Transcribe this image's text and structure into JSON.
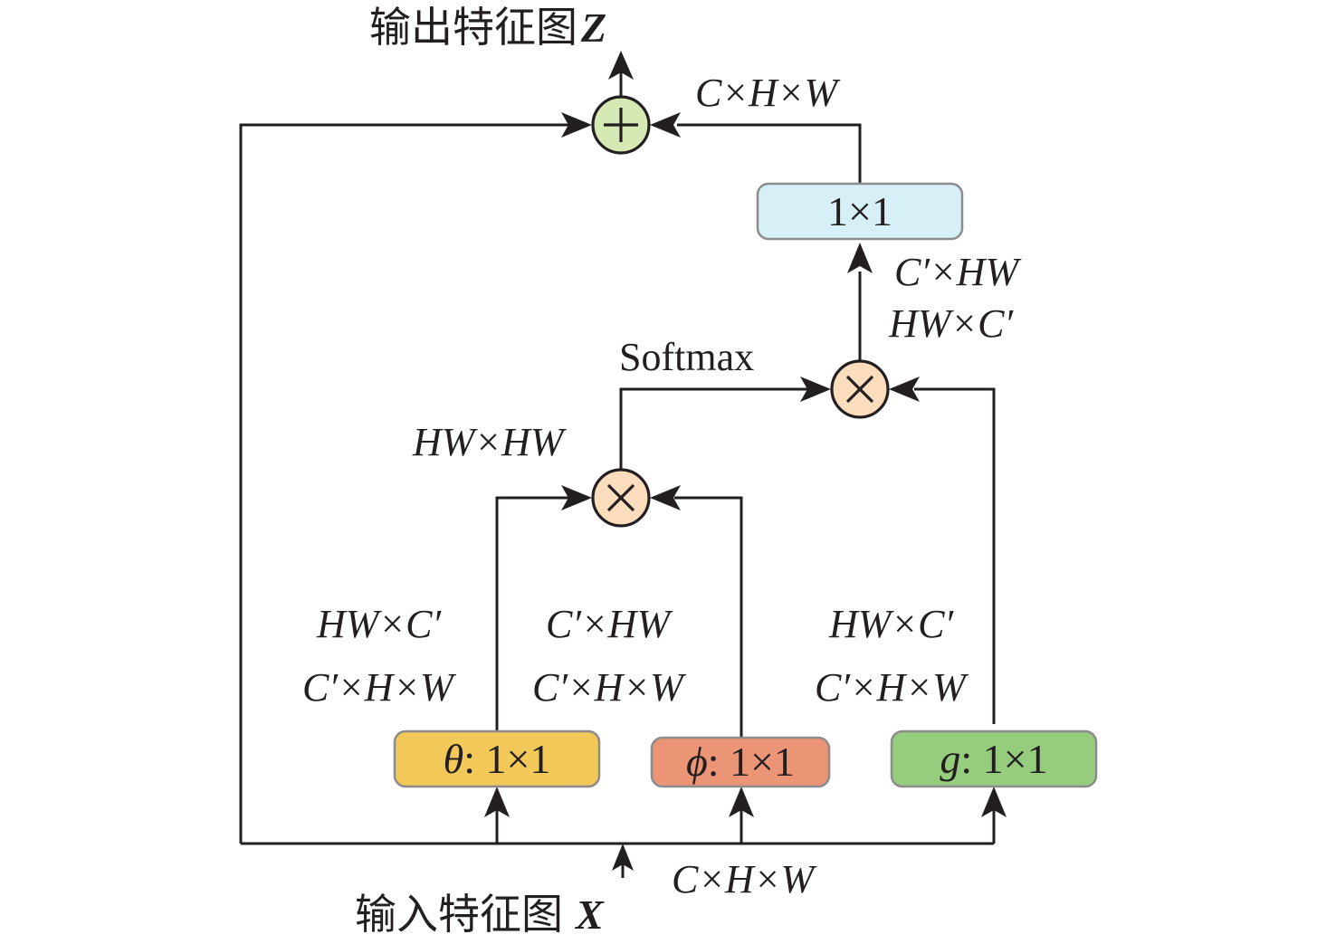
{
  "title": {
    "output_label": "输出特征图",
    "output_symbol": "Z",
    "input_label": "输入特征图",
    "input_symbol": "X"
  },
  "nodes": {
    "add": {
      "glyph": "+",
      "fill": "#d6e8b4"
    },
    "mult_top": {
      "glyph": "×",
      "fill": "#fbdcbd"
    },
    "mult_bottom": {
      "glyph": "×",
      "fill": "#fbdcbd"
    }
  },
  "boxes": {
    "conv_out": {
      "label": "1×1",
      "fill": "#d7eff7"
    },
    "theta": {
      "symbol": "θ",
      "label": ": 1×1",
      "fill": "#f2c858"
    },
    "phi": {
      "symbol": "ϕ",
      "label": ": 1×1",
      "fill": "#ec9576"
    },
    "g": {
      "symbol": "g",
      "label": ": 1×1",
      "fill": "#95cc7d"
    }
  },
  "labels": {
    "top_right_dim": "C×H×W",
    "after_mult_line1": "C′×HW",
    "after_mult_line2": "HW×C′",
    "softmax": "Softmax",
    "attention_dim": "HW×HW",
    "theta_line1": "HW×C′",
    "theta_line2": "C′×H×W",
    "phi_line1": "C′×HW",
    "phi_line2": "C′×H×W",
    "g_line1": "HW×C′",
    "g_line2": "C′×H×W",
    "input_dim": "C×H×W"
  }
}
